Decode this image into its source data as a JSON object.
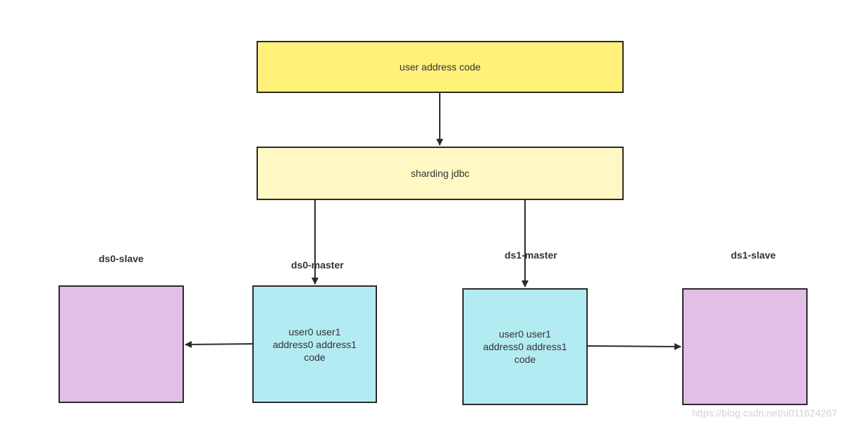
{
  "colors": {
    "app_fill": "#fff17a",
    "sharding_fill": "#fff8c4",
    "master_fill": "#b3ebf3",
    "slave_fill": "#e1bfe6",
    "stroke": "#2b2b2b"
  },
  "nodes": {
    "app": {
      "label": "user address code"
    },
    "sharding": {
      "label": "sharding jdbc"
    },
    "ds0_master": {
      "title": "ds0-master",
      "line1": "user0 user1",
      "line2": "address0 address1",
      "line3": "code"
    },
    "ds0_slave": {
      "title": "ds0-slave"
    },
    "ds1_master": {
      "title": "ds1-master",
      "line1": "user0 user1",
      "line2": "address0 address1",
      "line3": "code"
    },
    "ds1_slave": {
      "title": "ds1-slave"
    }
  },
  "watermark": "https://blog.csdn.net/u011624267"
}
